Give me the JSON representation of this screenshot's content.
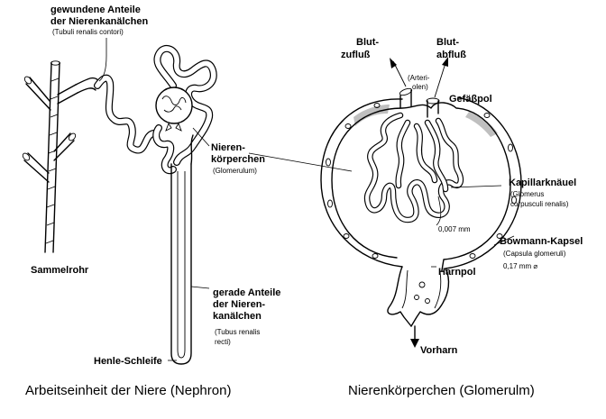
{
  "nephron": {
    "caption": "Arbeitseinheit der Niere (Nephron)",
    "labels": {
      "convoluted_title_1": "gewundene Anteile",
      "convoluted_title_2": "der Nierenkanälchen",
      "convoluted_latin": "(Tubuli renalis contori)",
      "collecting_duct": "Sammelrohr",
      "corpuscle_1": "Nieren-",
      "corpuscle_2": "körperchen",
      "corpuscle_latin": "(Glomerulum)",
      "straight_1": "gerade Anteile",
      "straight_2": "der Nieren-",
      "straight_3": "kanälchen",
      "straight_latin_1": "(Tubus renalis",
      "straight_latin_2": "recti)",
      "henle_loop": "Henle-Schleife"
    }
  },
  "corpuscle": {
    "caption": "Nierenkörperchen (Glomerulm)",
    "labels": {
      "inflow_1": "Blut-",
      "inflow_2": "zufluß",
      "outflow_1": "Blut-",
      "outflow_2": "abfluß",
      "arterioles_1": "(Arteri-",
      "arterioles_2": "olen)",
      "vascular_pole": "Gefäßpol",
      "capillary_1": "Kapillarknäuel",
      "capillary_latin_1": "(Glomerus",
      "capillary_latin_2": "corpusculi renalis)",
      "size_small": "0,007 mm",
      "bowman": "Bowmann-Kapsel",
      "bowman_latin": "(Capsula glomeruli)",
      "size_large": "0,17 mm ⌀",
      "urinary_pole": "Harnpol",
      "pre_urine": "Vorharn"
    }
  }
}
